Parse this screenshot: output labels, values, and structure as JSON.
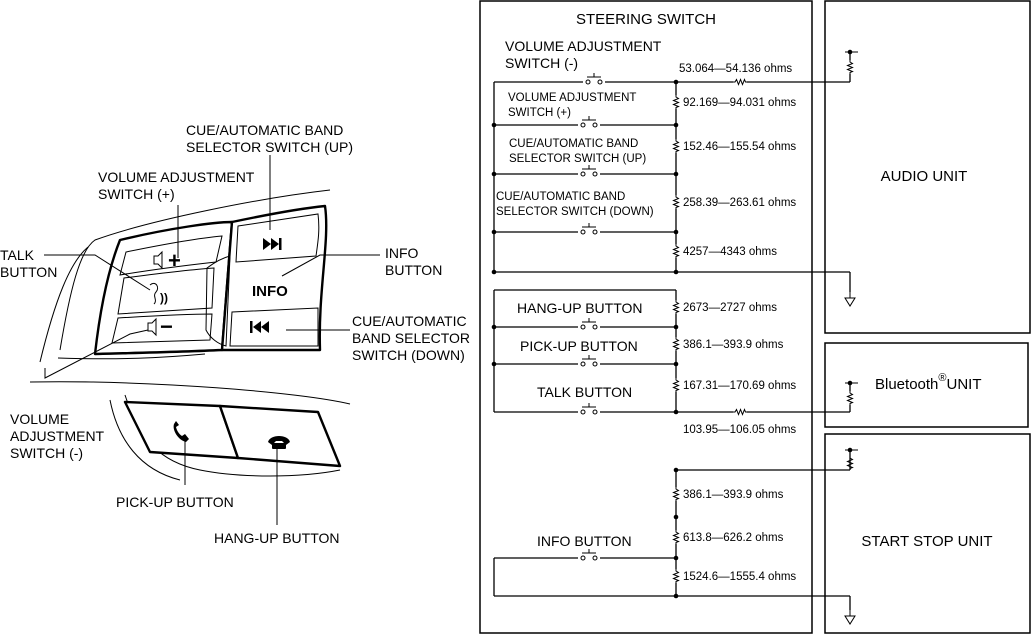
{
  "left_labels": {
    "cue_up": [
      "CUE/AUTOMATIC BAND",
      "SELECTOR SWITCH (UP)"
    ],
    "vol_plus": [
      "VOLUME ADJUSTMENT",
      "SWITCH (+)"
    ],
    "talk": [
      "TALK",
      "BUTTON"
    ],
    "info": [
      "INFO",
      "BUTTON"
    ],
    "cue_down": [
      "CUE/AUTOMATIC",
      "BAND SELECTOR",
      "SWITCH (DOWN)"
    ],
    "vol_minus": [
      "VOLUME",
      "ADJUSTMENT",
      "SWITCH (-)"
    ],
    "pickup": "PICK-UP BUTTON",
    "hangup": "HANG-UP BUTTON"
  },
  "button_glyphs": {
    "plus": "+",
    "minus": "−",
    "info": "INFO",
    "next": "⏭",
    "prev": "⏮",
    "speaker": "🔈"
  },
  "steering": {
    "title": "STEERING SWITCH",
    "switches": [
      {
        "lines": [
          "VOLUME ADJUSTMENT",
          "SWITCH (-)"
        ],
        "resistance": "53.064—54.136 ohms"
      },
      {
        "lines": [
          "VOLUME ADJUSTMENT",
          "SWITCH (+)"
        ],
        "resistance": "92.169—94.031 ohms"
      },
      {
        "lines": [
          "CUE/AUTOMATIC BAND",
          "SELECTOR SWITCH (UP)"
        ],
        "resistance": "152.46—155.54 ohms"
      },
      {
        "lines": [
          "CUE/AUTOMATIC BAND",
          "SELECTOR SWITCH (DOWN)"
        ],
        "resistance": "258.39—263.61 ohms"
      },
      {
        "lines": [],
        "resistance": "4257—4343 ohms"
      },
      {
        "lines": [
          "HANG-UP BUTTON"
        ],
        "resistance": "2673—2727 ohms"
      },
      {
        "lines": [
          "PICK-UP BUTTON"
        ],
        "resistance": "386.1—393.9 ohms"
      },
      {
        "lines": [
          "TALK BUTTON"
        ],
        "resistance": "167.31—170.69 ohms"
      },
      {
        "lines": [],
        "resistance": "103.95—106.05 ohms"
      },
      {
        "lines": [],
        "resistance": "386.1—393.9 ohms"
      },
      {
        "lines": [
          "INFO BUTTON"
        ],
        "resistance": "613.8—626.2 ohms"
      },
      {
        "lines": [],
        "resistance": "1524.6—1555.4 ohms"
      }
    ]
  },
  "units": {
    "audio": "AUDIO UNIT",
    "bluetooth": "Bluetooth",
    "bluetooth_mark": "®",
    "bluetooth_suffix": "UNIT",
    "start_stop": "START STOP UNIT"
  }
}
